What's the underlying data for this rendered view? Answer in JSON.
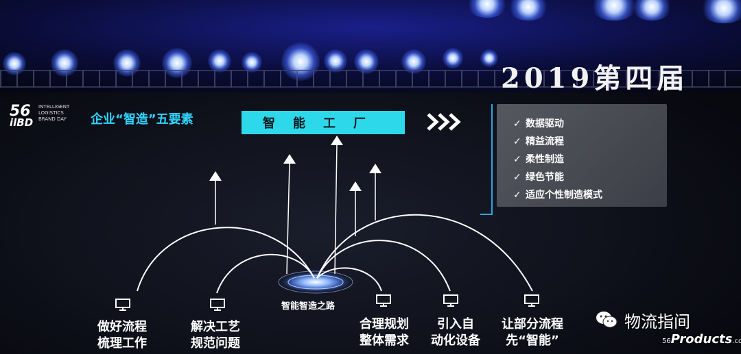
{
  "event": {
    "banner": "2019第四届"
  },
  "logo": {
    "number": "56",
    "sub": "ilBD",
    "text": "INTELLIGENT LOGISTICS BRAND DAY"
  },
  "slide": {
    "heading": "企业“智造”五要素",
    "factory": "智能工厂",
    "hub_label": "智能智造之路",
    "checklist": [
      "数据驱动",
      "精益流程",
      "柔性制造",
      "绿色节能",
      "适应个性制造模式"
    ],
    "nodes": [
      {
        "line1": "做好流程",
        "line2": "梳理工作"
      },
      {
        "line1": "解决工艺",
        "line2": "规范问题"
      },
      {
        "line1": "合理规划",
        "line2": "整体需求"
      },
      {
        "line1": "引入自",
        "line2": "动化设备"
      },
      {
        "line1": "让部分流程",
        "line2": "先“智能”"
      }
    ]
  },
  "watermark": {
    "wechat": "物流指间",
    "site_prefix": "56",
    "site": "Products",
    "site_suffix": ".com"
  },
  "colors": {
    "accent_cyan": "#2fd6ff",
    "factory_bar": "#2cd8ea",
    "panel": "#4a4d55",
    "bracket": "#2aa7e0"
  }
}
